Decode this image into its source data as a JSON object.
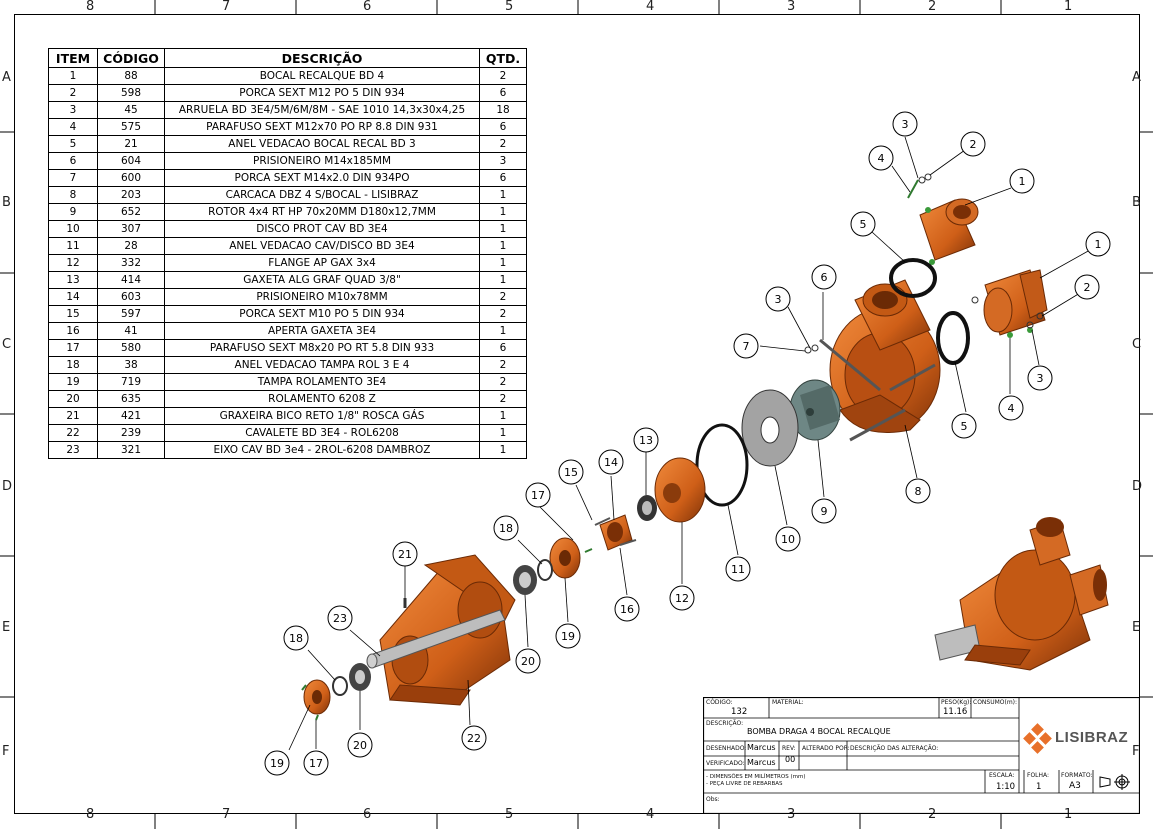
{
  "border": {
    "columns": [
      "8",
      "7",
      "6",
      "5",
      "4",
      "3",
      "2",
      "1"
    ],
    "rows": [
      "A",
      "B",
      "C",
      "D",
      "E",
      "F"
    ]
  },
  "bom": {
    "headers": {
      "item": "ITEM",
      "codigo": "CÓDIGO",
      "descricao": "DESCRIÇÃO",
      "qtd": "QTD."
    },
    "rows": [
      {
        "item": "1",
        "codigo": "88",
        "descricao": "BOCAL RECALQUE BD 4",
        "qtd": "2"
      },
      {
        "item": "2",
        "codigo": "598",
        "descricao": "PORCA SEXT M12 PO 5 DIN 934",
        "qtd": "6"
      },
      {
        "item": "3",
        "codigo": "45",
        "descricao": "ARRUELA BD 3E4/5M/6M/8M - SAE 1010 14,3x30x4,25",
        "qtd": "18"
      },
      {
        "item": "4",
        "codigo": "575",
        "descricao": "PARAFUSO SEXT M12x70 PO RP 8.8 DIN 931",
        "qtd": "6"
      },
      {
        "item": "5",
        "codigo": "21",
        "descricao": "ANEL VEDACAO BOCAL RECAL BD 3",
        "qtd": "2"
      },
      {
        "item": "6",
        "codigo": "604",
        "descricao": "PRISIONEIRO M14x185MM",
        "qtd": "3"
      },
      {
        "item": "7",
        "codigo": "600",
        "descricao": "PORCA SEXT M14x2.0 DIN 934PO",
        "qtd": "6"
      },
      {
        "item": "8",
        "codigo": "203",
        "descricao": "CARCACA DBZ 4 S/BOCAL - LISIBRAZ",
        "qtd": "1"
      },
      {
        "item": "9",
        "codigo": "652",
        "descricao": "ROTOR 4x4 RT HP 70x20MM D180x12,7MM",
        "qtd": "1"
      },
      {
        "item": "10",
        "codigo": "307",
        "descricao": "DISCO PROT CAV BD 3E4",
        "qtd": "1"
      },
      {
        "item": "11",
        "codigo": "28",
        "descricao": "ANEL VEDACAO CAV/DISCO BD 3E4",
        "qtd": "1"
      },
      {
        "item": "12",
        "codigo": "332",
        "descricao": "FLANGE AP GAX 3x4",
        "qtd": "1"
      },
      {
        "item": "13",
        "codigo": "414",
        "descricao": "GAXETA ALG GRAF QUAD 3/8\"",
        "qtd": "1"
      },
      {
        "item": "14",
        "codigo": "603",
        "descricao": "PRISIONEIRO M10x78MM",
        "qtd": "2"
      },
      {
        "item": "15",
        "codigo": "597",
        "descricao": "PORCA SEXT M10 PO 5 DIN 934",
        "qtd": "2"
      },
      {
        "item": "16",
        "codigo": "41",
        "descricao": "APERTA GAXETA 3E4",
        "qtd": "1"
      },
      {
        "item": "17",
        "codigo": "580",
        "descricao": "PARAFUSO SEXT M8x20 PO RT 5.8 DIN 933",
        "qtd": "6"
      },
      {
        "item": "18",
        "codigo": "38",
        "descricao": "ANEL VEDACAO TAMPA ROL 3 E 4",
        "qtd": "2"
      },
      {
        "item": "19",
        "codigo": "719",
        "descricao": "TAMPA ROLAMENTO 3E4",
        "qtd": "2"
      },
      {
        "item": "20",
        "codigo": "635",
        "descricao": "ROLAMENTO 6208 Z",
        "qtd": "2"
      },
      {
        "item": "21",
        "codigo": "421",
        "descricao": "GRAXEIRA BICO RETO 1/8\" ROSCA GÁS",
        "qtd": "1"
      },
      {
        "item": "22",
        "codigo": "239",
        "descricao": "CAVALETE BD 3E4 - ROL6208",
        "qtd": "1"
      },
      {
        "item": "23",
        "codigo": "321",
        "descricao": "EIXO CAV BD 3e4 - 2ROL-6208 DAMBROZ",
        "qtd": "1"
      }
    ]
  },
  "balloons": [
    {
      "id": "b1a",
      "label": "1"
    },
    {
      "id": "b2a",
      "label": "2"
    },
    {
      "id": "b3a",
      "label": "3"
    },
    {
      "id": "b4a",
      "label": "4"
    },
    {
      "id": "b5a",
      "label": "5"
    },
    {
      "id": "b1b",
      "label": "1"
    },
    {
      "id": "b2b",
      "label": "2"
    },
    {
      "id": "b3b",
      "label": "3"
    },
    {
      "id": "b4b",
      "label": "4"
    },
    {
      "id": "b5b",
      "label": "5"
    },
    {
      "id": "b6",
      "label": "6"
    },
    {
      "id": "b3c",
      "label": "3"
    },
    {
      "id": "b7",
      "label": "7"
    },
    {
      "id": "b8",
      "label": "8"
    },
    {
      "id": "b9",
      "label": "9"
    },
    {
      "id": "b10",
      "label": "10"
    },
    {
      "id": "b11",
      "label": "11"
    },
    {
      "id": "b12",
      "label": "12"
    },
    {
      "id": "b13",
      "label": "13"
    },
    {
      "id": "b14",
      "label": "14"
    },
    {
      "id": "b15",
      "label": "15"
    },
    {
      "id": "b16",
      "label": "16"
    },
    {
      "id": "b17a",
      "label": "17"
    },
    {
      "id": "b18a",
      "label": "18"
    },
    {
      "id": "b19a",
      "label": "19"
    },
    {
      "id": "b20a",
      "label": "20"
    },
    {
      "id": "b21",
      "label": "21"
    },
    {
      "id": "b22",
      "label": "22"
    },
    {
      "id": "b23",
      "label": "23"
    },
    {
      "id": "b18b",
      "label": "18"
    },
    {
      "id": "b20b",
      "label": "20"
    },
    {
      "id": "b19b",
      "label": "19"
    },
    {
      "id": "b17b",
      "label": "17"
    }
  ],
  "title_block": {
    "codigo_label": "CÓDIGO:",
    "codigo": "132",
    "material_label": "MATERIAL:",
    "peso_label": "PESO(Kg):",
    "peso": "11.16",
    "consumo_label": "CONSUMO(m):",
    "descricao_label": "DESCRIÇÃO:",
    "descricao": "BOMBA DRAGA 4 BOCAL RECALQUE",
    "desenhado_label": "DESENHADO:",
    "desenhado": "Marcus",
    "verificado_label": "VERIFICADO:",
    "verificado": "Marcus",
    "rev_label": "REV:",
    "rev": "00",
    "alterado_label": "ALTERADO POR:",
    "alteracao_label": "DESCRIÇÃO DAS ALTERAÇÃO:",
    "nota1": "- DIMENSÕES EM MILÍMETROS (mm)",
    "nota2": "- PEÇA LIVRE DE REBARBAS",
    "escala_label": "ESCALA:",
    "escala": "1:10",
    "folha_label": "FOLHA:",
    "folha": "1",
    "formato_label": "FORMATO:",
    "formato": "A3",
    "obs_label": "Obs:",
    "logo": "LISIBRAZ"
  },
  "colors": {
    "part": "#d2691e",
    "part_dark": "#8b3a0f",
    "shaft": "#a9a9a9",
    "rotor": "#5f7a78",
    "gasket": "#111111"
  }
}
